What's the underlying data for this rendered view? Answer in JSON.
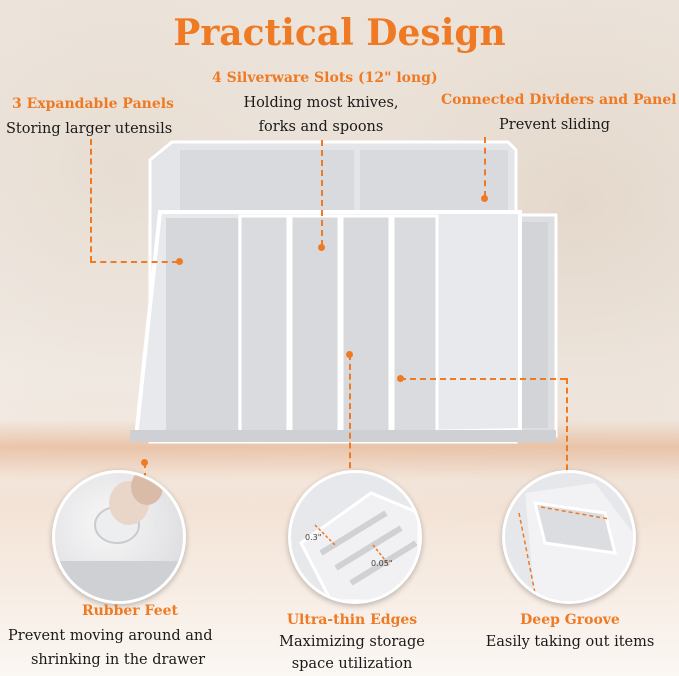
{
  "title": "Practical Design",
  "colors": {
    "accent": "#ef7a23",
    "tray": "#e6e7ea",
    "tray_edge": "#ffffff"
  },
  "features": {
    "panels": {
      "title": "3 Expandable Panels",
      "desc": "Storing larger utensils"
    },
    "slots": {
      "title": "4 Silverware Slots (12\" long)",
      "desc_line1": "Holding most knives,",
      "desc_line2": "forks and spoons"
    },
    "dividers": {
      "title": "Connected Dividers and Panel",
      "desc": "Prevent sliding"
    },
    "feet": {
      "title": "Rubber Feet",
      "desc_line1": "Prevent moving around and",
      "desc_line2": "shrinking in the drawer"
    },
    "edges": {
      "title": "Ultra-thin Edges",
      "desc_line1": "Maximizing storage",
      "desc_line2": "space utilization",
      "measure_a": "0.3\"",
      "measure_b": "0.05\""
    },
    "groove": {
      "title": "Deep Groove",
      "desc": "Easily taking out items"
    }
  }
}
